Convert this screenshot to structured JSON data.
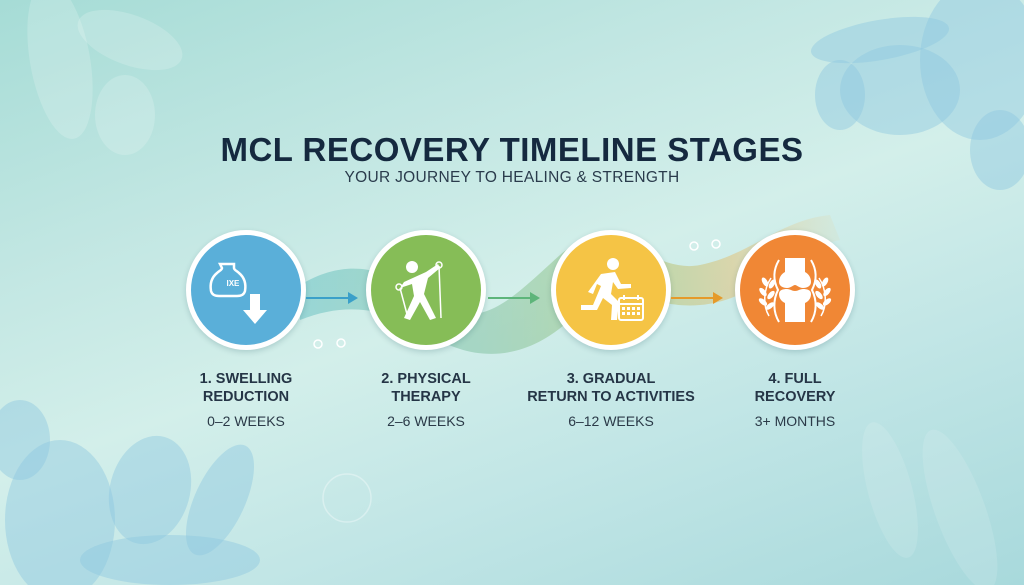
{
  "header": {
    "title": "MCL RECOVERY TIMELINE STAGES",
    "subtitle": "YOUR JOURNEY TO HEALING & STRENGTH"
  },
  "colors": {
    "title": "#15293f",
    "stage1": "#5aafd9",
    "stage2": "#86bd57",
    "stage3": "#f5c445",
    "stage4": "#f08735"
  },
  "stages": [
    {
      "line1": "1. SWELLING",
      "line2": "REDUCTION",
      "duration": "0–2 WEEKS",
      "icon": "ice-bag-down-arrow-icon",
      "icon_text": "IXE"
    },
    {
      "line1": "2. PHYSICAL",
      "line2": "THERAPY",
      "duration": "2–6 WEEKS",
      "icon": "resistance-band-exercise-icon"
    },
    {
      "line1": "3. GRADUAL",
      "line2": "RETURN TO ACTIVITIES",
      "duration": "6–12 WEEKS",
      "icon": "running-person-calendar-icon"
    },
    {
      "line1": "4. FULL",
      "line2": "RECOVERY",
      "duration": "3+ MONTHS",
      "icon": "knee-joint-laurel-icon"
    }
  ]
}
